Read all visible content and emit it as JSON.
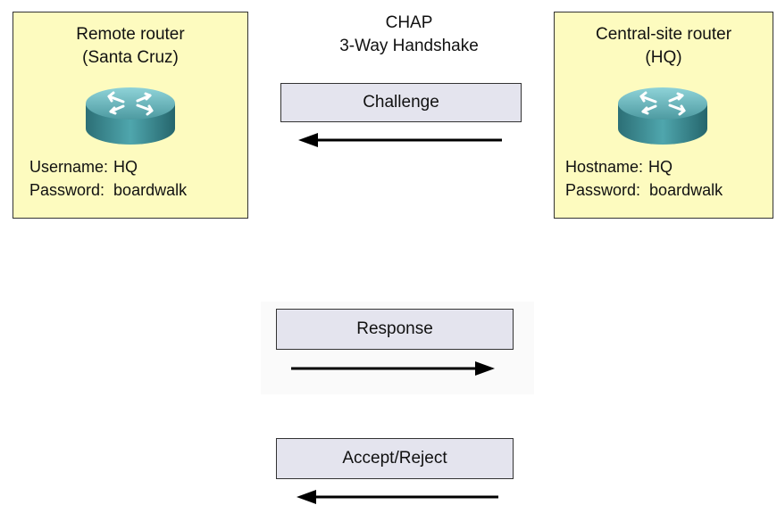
{
  "remote_router": {
    "title_line1": "Remote router",
    "title_line2": "(Santa Cruz)",
    "username_label": "Username:",
    "username_value": "HQ",
    "password_label": "Password:",
    "password_value": "boardwalk"
  },
  "central_router": {
    "title_line1": "Central-site router",
    "title_line2": "(HQ)",
    "hostname_label": "Hostname:",
    "hostname_value": "HQ",
    "password_label": "Password:",
    "password_value": "boardwalk"
  },
  "heading": {
    "line1": "CHAP",
    "line2": "3-Way Handshake"
  },
  "messages": [
    {
      "label": "Challenge",
      "direction": "left"
    },
    {
      "label": "Response",
      "direction": "right"
    },
    {
      "label": "Accept/Reject",
      "direction": "left"
    }
  ],
  "colors": {
    "router_box_bg": "#fdfbbf",
    "message_box_bg": "#e4e4ee",
    "router_icon": "#3f8f96"
  },
  "icons": [
    "router-icon",
    "arrow-left-icon",
    "arrow-right-icon"
  ]
}
